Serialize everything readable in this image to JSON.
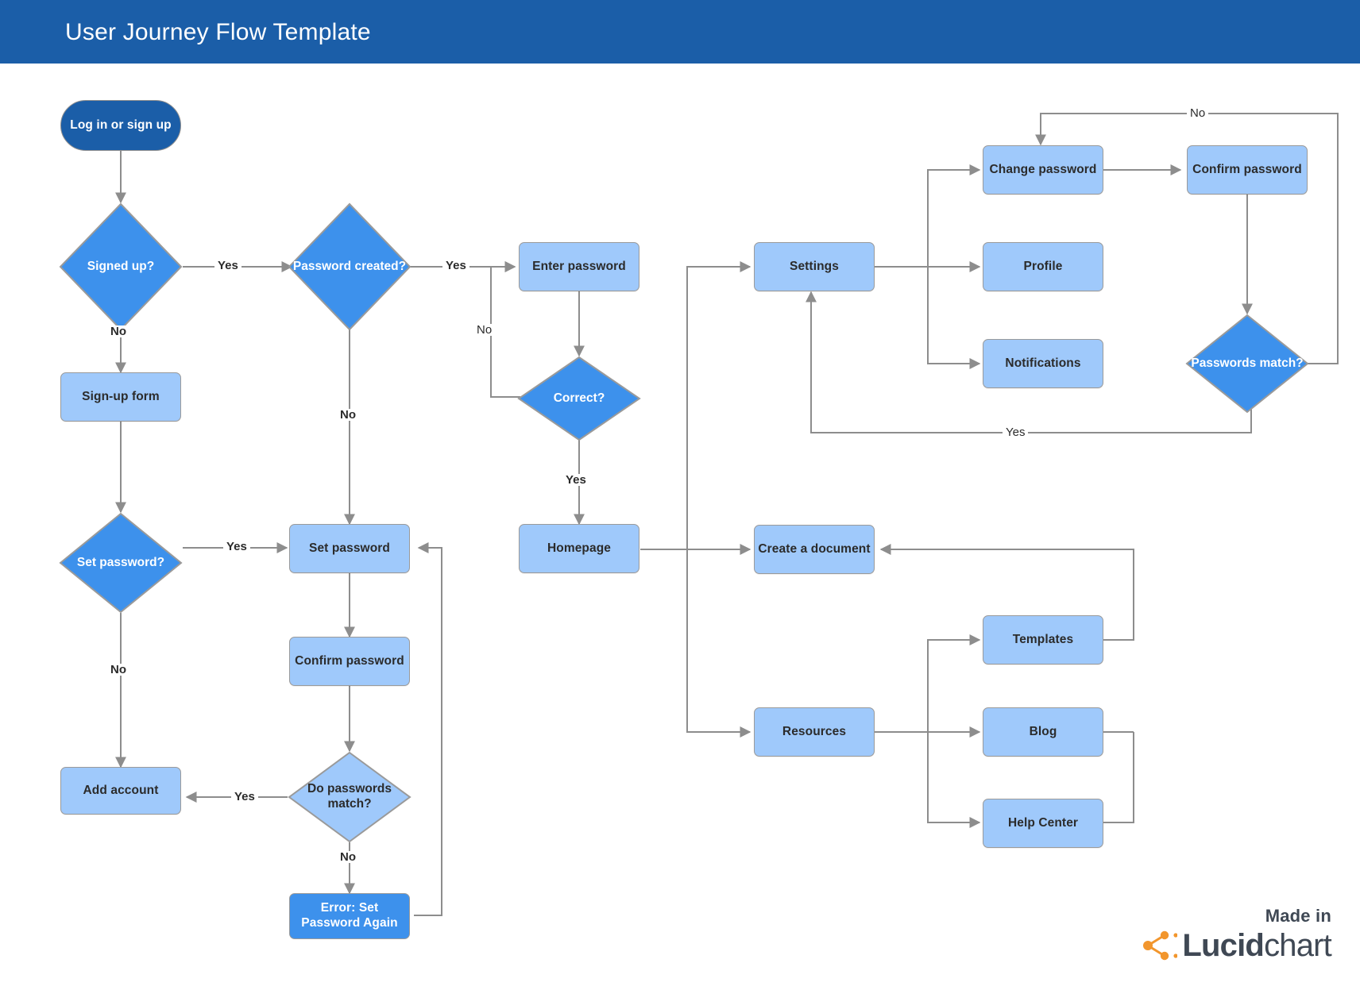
{
  "header": {
    "title": "User Journey Flow Template",
    "bg_color": "#1B5EA8",
    "text_color": "#ffffff"
  },
  "colors": {
    "header_blue": "#1B5EA8",
    "terminator_blue": "#1B5EA8",
    "decision_blue": "#3D91EC",
    "process_blue": "#9FC9FB",
    "accent_blue": "#3D91EC",
    "connector_gray": "#8d8d8d",
    "text_dark": "#2b2b2b",
    "logo_orange": "#F2962D",
    "logo_slate": "#3F4854"
  },
  "footer": {
    "made_in": "Made in",
    "brand_bold": "Lucid",
    "brand_light": "chart"
  },
  "chart_data": {
    "type": "diagram",
    "title": "User Journey Flow Template",
    "nodes": [
      {
        "id": "login",
        "label": "Log in or sign up",
        "shape": "terminator",
        "color": "#1B5EA8"
      },
      {
        "id": "signed_up",
        "label": "Signed up?",
        "shape": "decision",
        "color": "#3D91EC"
      },
      {
        "id": "signup_form",
        "label": "Sign-up form",
        "shape": "process",
        "color": "#9FC9FB"
      },
      {
        "id": "set_password_q",
        "label": "Set password?",
        "shape": "decision",
        "color": "#3D91EC"
      },
      {
        "id": "add_account",
        "label": "Add account",
        "shape": "process",
        "color": "#9FC9FB"
      },
      {
        "id": "password_created",
        "label": "Password created?",
        "shape": "decision",
        "color": "#3D91EC"
      },
      {
        "id": "set_password",
        "label": "Set password",
        "shape": "process",
        "color": "#9FC9FB"
      },
      {
        "id": "confirm_password",
        "label": "Confirm password",
        "shape": "process",
        "color": "#9FC9FB"
      },
      {
        "id": "do_match",
        "label": "Do passwords match?",
        "shape": "decision",
        "color": "#9FC9FB"
      },
      {
        "id": "error_set_again",
        "label": "Error: Set Password Again",
        "shape": "process",
        "color": "#3D91EC"
      },
      {
        "id": "enter_password",
        "label": "Enter password",
        "shape": "process",
        "color": "#9FC9FB"
      },
      {
        "id": "correct",
        "label": "Correct?",
        "shape": "decision",
        "color": "#3D91EC"
      },
      {
        "id": "homepage",
        "label": "Homepage",
        "shape": "process",
        "color": "#9FC9FB"
      },
      {
        "id": "settings",
        "label": "Settings",
        "shape": "process",
        "color": "#9FC9FB"
      },
      {
        "id": "change_password",
        "label": "Change password",
        "shape": "process",
        "color": "#9FC9FB"
      },
      {
        "id": "confirm_password2",
        "label": "Confirm password",
        "shape": "process",
        "color": "#9FC9FB"
      },
      {
        "id": "profile",
        "label": "Profile",
        "shape": "process",
        "color": "#9FC9FB"
      },
      {
        "id": "notifications",
        "label": "Notifications",
        "shape": "process",
        "color": "#9FC9FB"
      },
      {
        "id": "passwords_match",
        "label": "Passwords match?",
        "shape": "decision",
        "color": "#3D91EC"
      },
      {
        "id": "create_document",
        "label": "Create a document",
        "shape": "process",
        "color": "#9FC9FB"
      },
      {
        "id": "resources",
        "label": "Resources",
        "shape": "process",
        "color": "#9FC9FB"
      },
      {
        "id": "templates",
        "label": "Templates",
        "shape": "process",
        "color": "#9FC9FB"
      },
      {
        "id": "blog",
        "label": "Blog",
        "shape": "process",
        "color": "#9FC9FB"
      },
      {
        "id": "help_center",
        "label": "Help Center",
        "shape": "process",
        "color": "#9FC9FB"
      }
    ],
    "edges": [
      {
        "from": "login",
        "to": "signed_up",
        "label": ""
      },
      {
        "from": "signed_up",
        "to": "password_created",
        "label": "Yes"
      },
      {
        "from": "signed_up",
        "to": "signup_form",
        "label": "No"
      },
      {
        "from": "signup_form",
        "to": "set_password_q",
        "label": ""
      },
      {
        "from": "set_password_q",
        "to": "set_password",
        "label": "Yes"
      },
      {
        "from": "set_password_q",
        "to": "add_account",
        "label": "No"
      },
      {
        "from": "password_created",
        "to": "enter_password",
        "label": "Yes"
      },
      {
        "from": "password_created",
        "to": "set_password",
        "label": "No"
      },
      {
        "from": "set_password",
        "to": "confirm_password",
        "label": ""
      },
      {
        "from": "confirm_password",
        "to": "do_match",
        "label": ""
      },
      {
        "from": "do_match",
        "to": "add_account",
        "label": "Yes"
      },
      {
        "from": "do_match",
        "to": "error_set_again",
        "label": "No"
      },
      {
        "from": "error_set_again",
        "to": "set_password",
        "label": ""
      },
      {
        "from": "enter_password",
        "to": "correct",
        "label": ""
      },
      {
        "from": "correct",
        "to": "enter_password",
        "label": "No"
      },
      {
        "from": "correct",
        "to": "homepage",
        "label": "Yes"
      },
      {
        "from": "homepage",
        "to": "settings",
        "label": ""
      },
      {
        "from": "homepage",
        "to": "create_document",
        "label": ""
      },
      {
        "from": "homepage",
        "to": "resources",
        "label": ""
      },
      {
        "from": "settings",
        "to": "change_password",
        "label": ""
      },
      {
        "from": "settings",
        "to": "profile",
        "label": ""
      },
      {
        "from": "settings",
        "to": "notifications",
        "label": ""
      },
      {
        "from": "change_password",
        "to": "confirm_password2",
        "label": ""
      },
      {
        "from": "confirm_password2",
        "to": "passwords_match",
        "label": ""
      },
      {
        "from": "passwords_match",
        "to": "change_password",
        "label": "No"
      },
      {
        "from": "passwords_match",
        "to": "settings",
        "label": "Yes"
      },
      {
        "from": "resources",
        "to": "templates",
        "label": ""
      },
      {
        "from": "resources",
        "to": "blog",
        "label": ""
      },
      {
        "from": "resources",
        "to": "help_center",
        "label": ""
      },
      {
        "from": "templates",
        "to": "create_document",
        "label": ""
      },
      {
        "from": "blog",
        "to": "create_document",
        "label": ""
      },
      {
        "from": "help_center",
        "to": "create_document",
        "label": ""
      }
    ],
    "edge_labels": [
      {
        "id": "l_signedup_yes",
        "text": "Yes"
      },
      {
        "id": "l_signedup_no",
        "text": "No"
      },
      {
        "id": "l_setpw_yes",
        "text": "Yes"
      },
      {
        "id": "l_setpw_no",
        "text": "No"
      },
      {
        "id": "l_pwcreated_yes",
        "text": "Yes"
      },
      {
        "id": "l_pwcreated_no",
        "text": "No"
      },
      {
        "id": "l_domatch_yes",
        "text": "Yes"
      },
      {
        "id": "l_domatch_no",
        "text": "No"
      },
      {
        "id": "l_correct_no",
        "text": "No"
      },
      {
        "id": "l_correct_yes",
        "text": "Yes"
      },
      {
        "id": "l_pwmatch_no",
        "text": "No"
      },
      {
        "id": "l_pwmatch_yes",
        "text": "Yes"
      }
    ]
  }
}
